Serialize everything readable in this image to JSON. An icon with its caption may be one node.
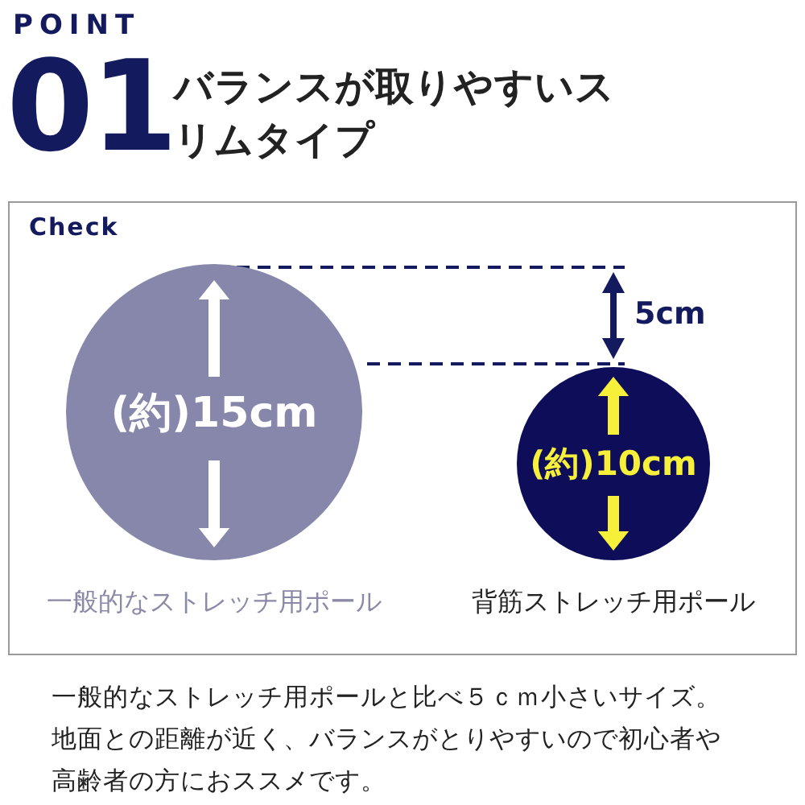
{
  "diagram": {
    "title": "バランスが取りやすいスリムタイプ",
    "caption": "一般的なストレッチ用ポールと比べ５ｃｍ小さいサイズ。地面との距離が近く、バランスがとりやすいので初心者や高齢者の方におススメです。",
    "nodes": [
      {
        "text": [
          "Check"
        ]
      },
      {
        "text": [
          "(約)15cm"
        ],
        "in": 0,
        "beside": [
          "一般的なストレッチ用ポール"
        ]
      },
      {
        "text": [
          "(約)10cm"
        ],
        "in": 0,
        "beside": [
          "背筋ストレッチ用ポール"
        ]
      }
    ],
    "edges": [],
    "labels": [
      "POINT",
      "01",
      "5cm"
    ]
  }
}
